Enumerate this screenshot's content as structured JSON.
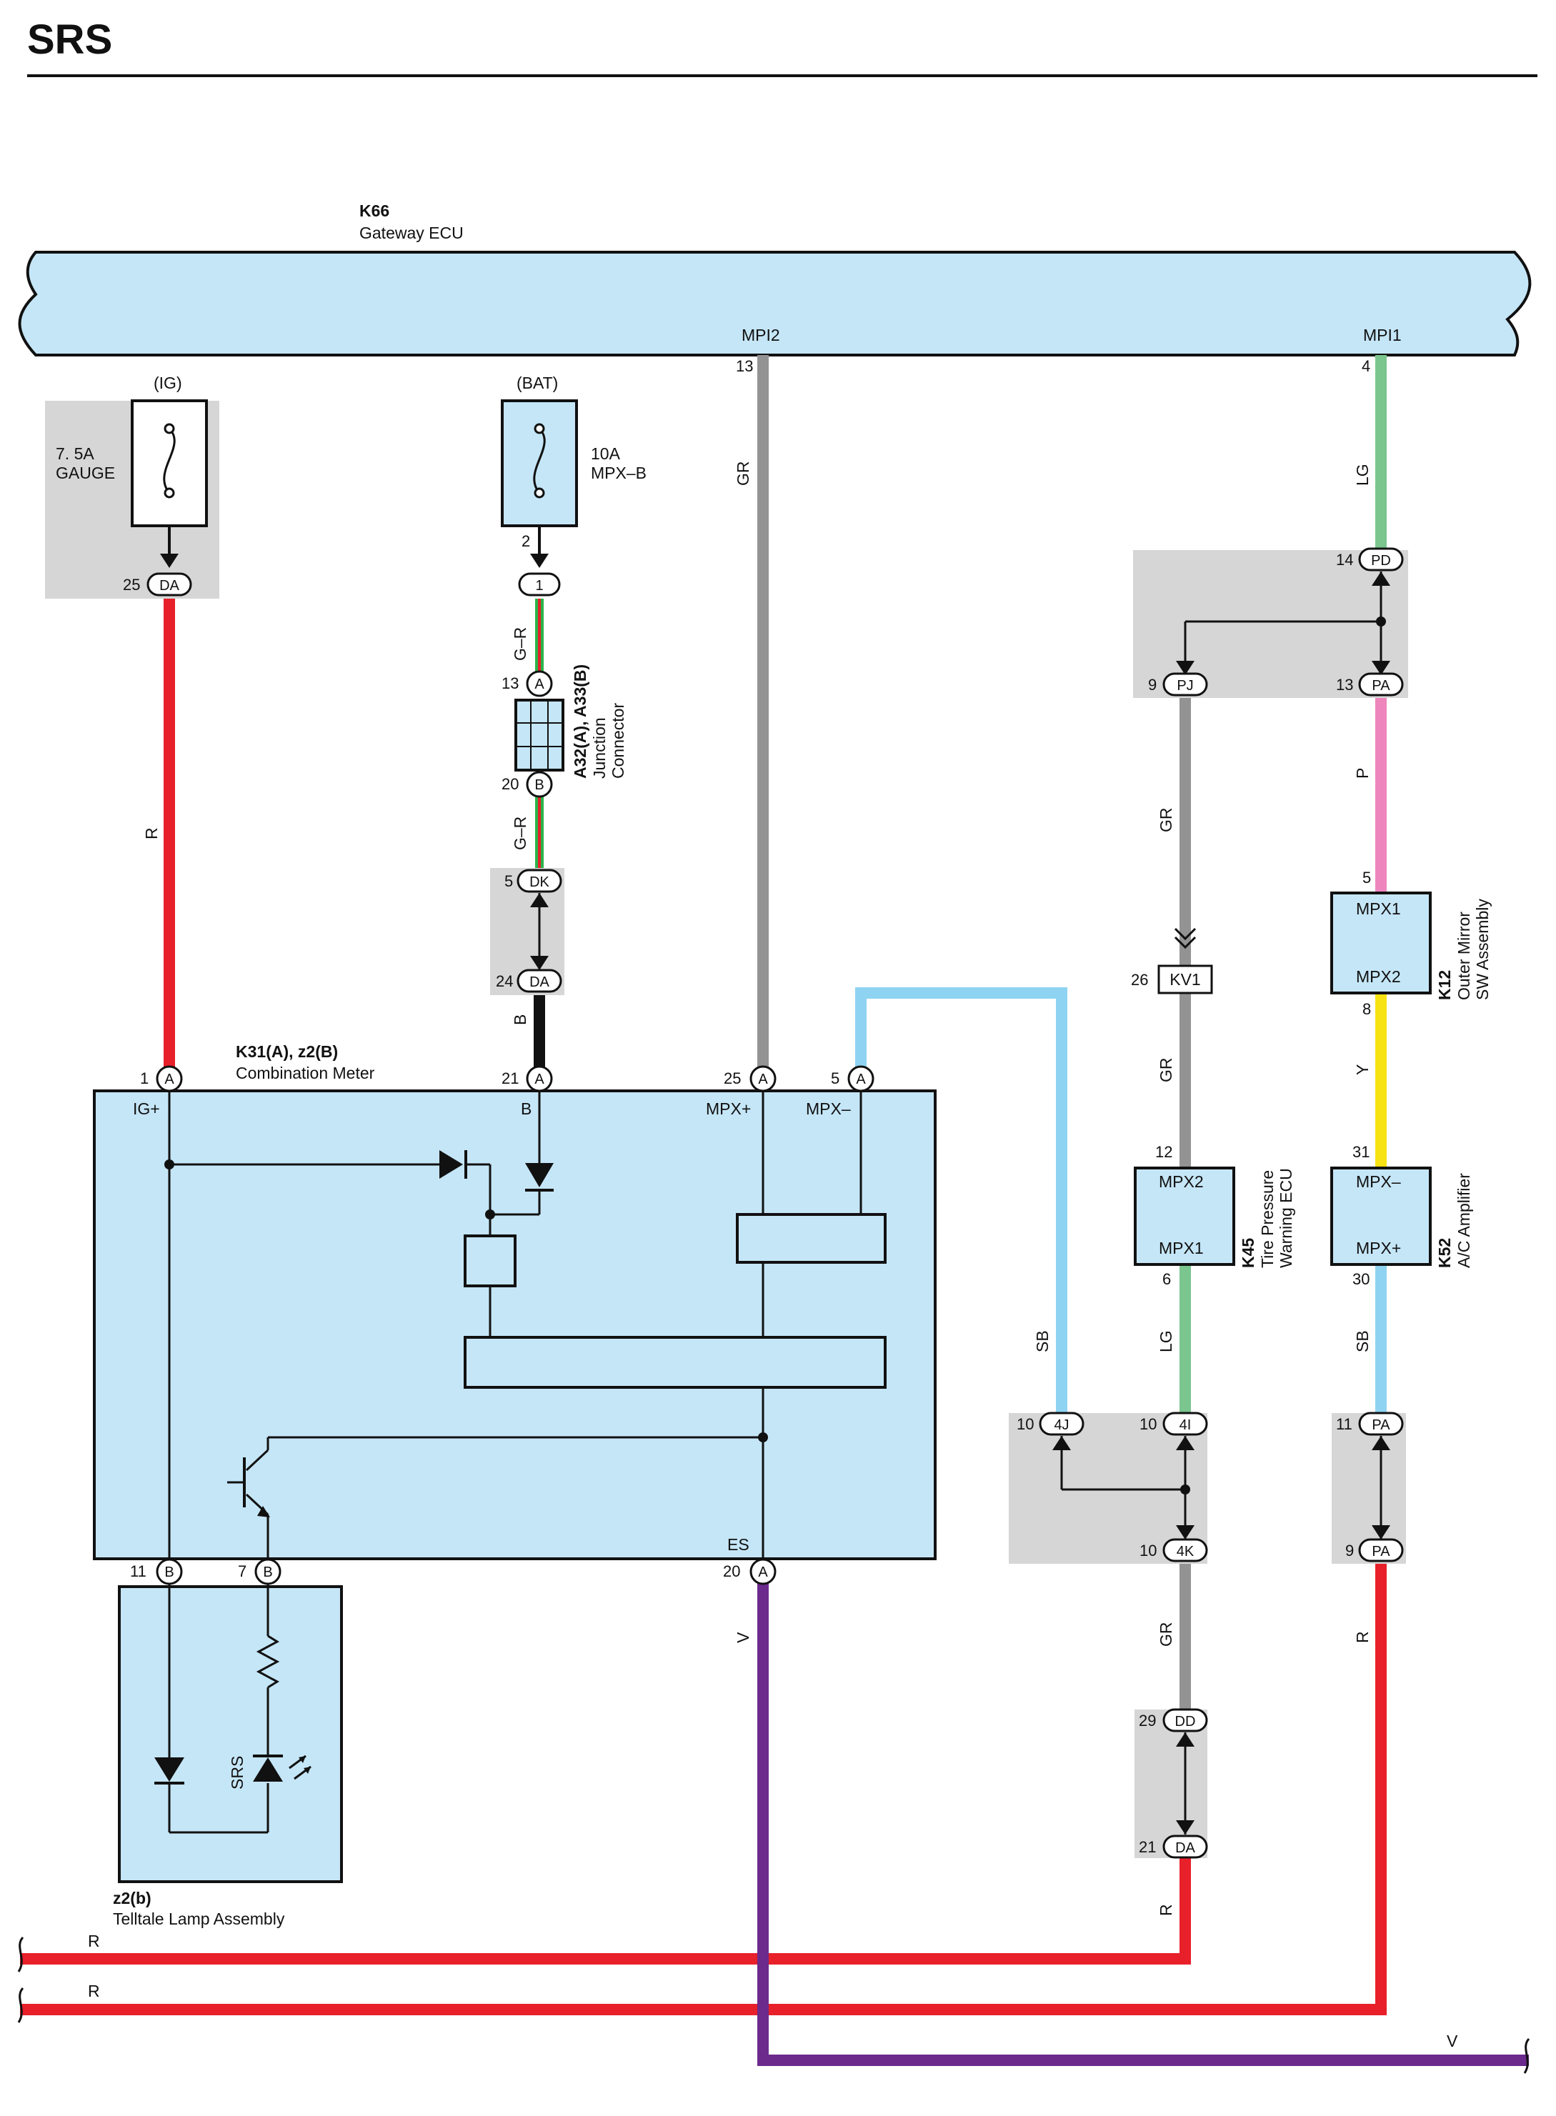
{
  "page": {
    "title": "SRS"
  },
  "colors": {
    "ecu_fill": "#c5e6f7",
    "ground_box": "#d6d6d6",
    "R": "#e8202a",
    "GR": "#939393",
    "LG": "#7bc58f",
    "SB": "#8fd3f2",
    "V": "#6b2a8c",
    "P": "#ee86bd",
    "Y": "#f7e214",
    "B": "#111111",
    "G": "#2bb34a"
  },
  "gateway": {
    "code": "K66",
    "name": "Gateway ECU",
    "pins": [
      "MPI2",
      "MPI1"
    ]
  },
  "fuses": [
    {
      "source": "(IG)",
      "rating": "7. 5A",
      "name": "GAUGE"
    },
    {
      "source": "(BAT)",
      "rating": "10A",
      "name": "MPX–B"
    }
  ],
  "wires": {
    "r": "R",
    "gr": "GR",
    "lg": "LG",
    "sb": "SB",
    "v": "V",
    "p": "P",
    "y": "Y",
    "b": "B",
    "gr_dash": "G–R"
  },
  "junction": {
    "code": "A32(A), A33(B)",
    "name1": "Junction",
    "name2": "Connector"
  },
  "meter": {
    "code": "K31(A), z2(B)",
    "name": "Combination Meter",
    "pins": {
      "igp": "IG+",
      "b": "B",
      "mpxp": "MPX+",
      "mpxm": "MPX–",
      "es": "ES"
    }
  },
  "telltale": {
    "code": "z2(b)",
    "name": "Telltale Lamp Assembly",
    "lamp": "SRS"
  },
  "tpms": {
    "code": "K45",
    "name1": "Tire Pressure",
    "name2": "Warning ECU",
    "pin_top": "MPX2",
    "pin_bot": "MPX1"
  },
  "mirror": {
    "code": "K12",
    "name1": "Outer Mirror",
    "name2": "SW Assembly",
    "pin_top": "MPX1",
    "pin_bot": "MPX2"
  },
  "ac": {
    "code": "K52",
    "name": "A/C Amplifier",
    "pin_top": "MPX–",
    "pin_bot": "MPX+"
  },
  "connector": "KV1",
  "numbers": {
    "n1": "1",
    "n2": "2",
    "n4": "4",
    "n5": "5",
    "n6": "6",
    "n7": "7",
    "n8": "8",
    "n9": "9",
    "n10": "10",
    "n11": "11",
    "n12": "12",
    "n13": "13",
    "n14": "14",
    "n20": "20",
    "n21": "21",
    "n24": "24",
    "n25": "25",
    "n26": "26",
    "n29": "29",
    "n30": "30",
    "n31": "31"
  },
  "codes": {
    "A": "A",
    "B": "B",
    "DA": "DA",
    "DK": "DK",
    "PD": "PD",
    "PJ": "PJ",
    "PA": "PA",
    "4J": "4J",
    "4I": "4I",
    "4K": "4K",
    "DD": "DD",
    "one": "1"
  }
}
